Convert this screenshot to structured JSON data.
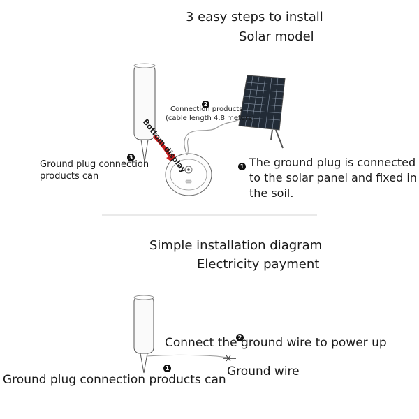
{
  "section1": {
    "title_line1": "3 easy steps to install",
    "title_line2": "Solar model",
    "step2": {
      "number": "2",
      "label_line1": "Connection products",
      "label_line2": "(cable length 4.8 meters)"
    },
    "step3": {
      "number": "3",
      "label_line1": "Ground plug connection",
      "label_line2": "products can"
    },
    "step1": {
      "number": "1",
      "label_line1": "The ground plug is connected",
      "label_line2": "to the solar panel and fixed in",
      "label_line3": "the soil."
    },
    "bottom_display_label": "Bottom display"
  },
  "section2": {
    "title_line1": "Simple installation diagram",
    "title_line2": "Electricity payment",
    "step2": {
      "number": "2",
      "label": "Connect the ground wire to power up"
    },
    "step1": {
      "number": "1",
      "label": "Ground plug connection products can"
    },
    "ground_wire_label": "Ground wire"
  },
  "colors": {
    "arrow_red": "#cc1f1f",
    "line_gray": "#9a9a9a",
    "panel_dark": "#1e2a3a"
  }
}
